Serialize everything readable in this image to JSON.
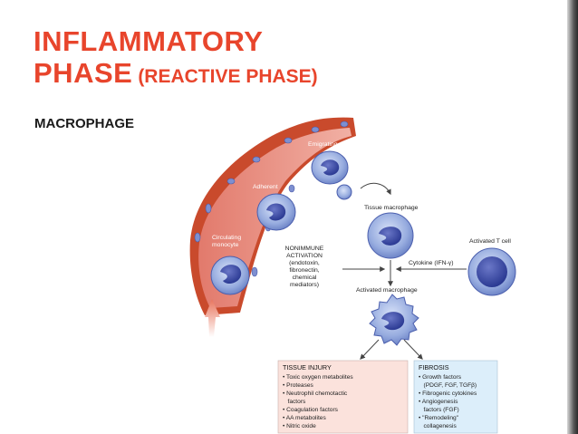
{
  "slide": {
    "title_line1": "INFLAMMATORY",
    "title_line2": "PHASE",
    "title_line2_suffix": "(REACTIVE PHASE)",
    "subtitle": "MACROPHAGE"
  },
  "diagram": {
    "labels": {
      "emigrating": "Emigrating",
      "adherent": "Adherent",
      "circulating_1": "Circulating",
      "circulating_2": "monocyte",
      "tissue_macrophage": "Tissue macrophage",
      "activated_t_cell": "Activated T cell",
      "cytokine": "Cytokine (IFN-γ)",
      "activated_macrophage": "Activated macrophage"
    },
    "nonimmune_lines": [
      "NONIMMUNE",
      "ACTIVATION",
      "(endotoxin,",
      "fibronectin,",
      "chemical",
      "mediators)"
    ],
    "tissue_injury": {
      "title": "TISSUE INJURY",
      "items": [
        "• Toxic oxygen metabolites",
        "• Proteases",
        "• Neutrophil chemotactic",
        "   factors",
        "• Coagulation factors",
        "• AA metabolites",
        "• Nitric oxide"
      ]
    },
    "fibrosis": {
      "title": "FIBROSIS",
      "items": [
        "• Growth factors",
        "   (PDGF, FGF, TGFβ)",
        "• Fibrogenic cytokines",
        "• Angiogenesis",
        "   factors (FGF)",
        "• \"Remodeling\"",
        "   collagenesis"
      ]
    },
    "colors": {
      "title_red": "#e8452c",
      "vessel_wall": "#c94a2c",
      "vessel_lumen": "#e9948a",
      "cell_blue": "#8fa6dd",
      "nucleus": "#3b4aa8",
      "injury_box": "#fbe2dc",
      "fibrosis_box": "#dceefa"
    }
  }
}
